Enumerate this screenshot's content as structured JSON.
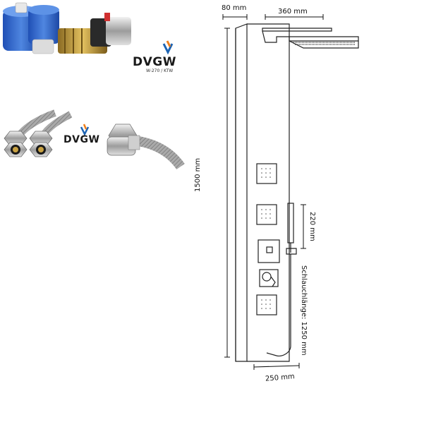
{
  "logos": {
    "dvgw_primary": "DVGW",
    "dvgw_primary_sub": "W-270 / KTW",
    "dvgw_secondary": "DVGW"
  },
  "dimensions": {
    "depth": "80 mm",
    "head_width": "360 mm",
    "height": "1500 mm",
    "handshower_height": "220 mm",
    "hose_length": "Schlauchlänge: 1250 mm",
    "base_width": "250 mm"
  },
  "colors": {
    "line": "#222222",
    "cartridge_blue": "#2f63c9",
    "brass": "#c9a243",
    "chrome": "#b9b9b9",
    "logo_blue": "#1d64b3",
    "logo_orange": "#ef7f1a"
  }
}
